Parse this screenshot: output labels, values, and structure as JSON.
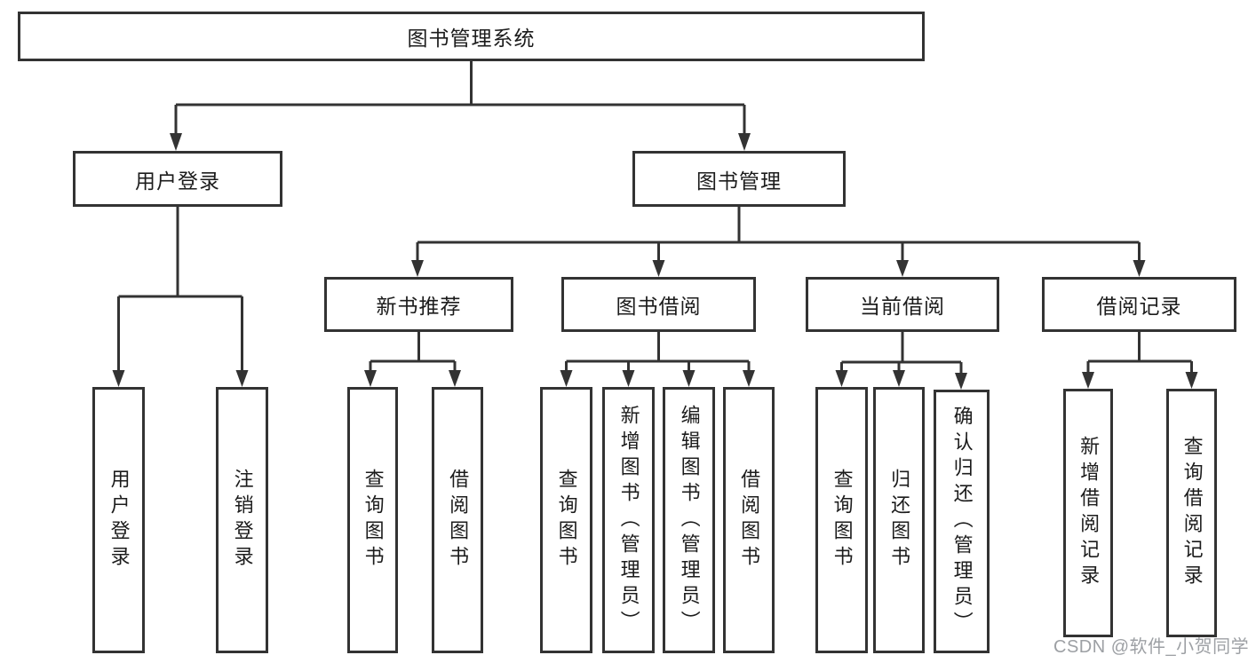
{
  "diagram": {
    "title": "图书管理系统",
    "line_color": "#333333",
    "text_color": "#1c1c1c",
    "background_color": "#ffffff",
    "nodes": {
      "root": {
        "label": "图书管理系统"
      },
      "user_login": {
        "label": "用户登录"
      },
      "book_mgmt": {
        "label": "图书管理"
      },
      "new_book_rec": {
        "label": "新书推荐"
      },
      "book_borrow": {
        "label": "图书借阅"
      },
      "current_borrow": {
        "label": "当前借阅"
      },
      "borrow_record": {
        "label": "借阅记录"
      }
    },
    "leaves": [
      {
        "label": "用户登录"
      },
      {
        "label": "注销登录"
      },
      {
        "label": "查询图书"
      },
      {
        "label": "借阅图书"
      },
      {
        "label": "查询图书"
      },
      {
        "label": "新增图书（管理员）"
      },
      {
        "label": "编辑图书（管理员）"
      },
      {
        "label": "借阅图书"
      },
      {
        "label": "查询图书"
      },
      {
        "label": "归还图书"
      },
      {
        "label": "确认归还（管理员）"
      },
      {
        "label": "新增借阅记录"
      },
      {
        "label": "查询借阅记录"
      }
    ],
    "hierarchy": {
      "图书管理系统": [
        "用户登录",
        "图书管理"
      ],
      "用户登录": [
        "用户登录",
        "注销登录"
      ],
      "图书管理": [
        "新书推荐",
        "图书借阅",
        "当前借阅",
        "借阅记录"
      ],
      "新书推荐": [
        "查询图书",
        "借阅图书"
      ],
      "图书借阅": [
        "查询图书",
        "新增图书（管理员）",
        "编辑图书（管理员）",
        "借阅图书"
      ],
      "当前借阅": [
        "查询图书",
        "归还图书",
        "确认归还（管理员）"
      ],
      "借阅记录": [
        "新增借阅记录",
        "查询借阅记录"
      ]
    },
    "watermark": {
      "text": "CSDN @软件_小贺同学",
      "color": "#9da0a4"
    }
  }
}
